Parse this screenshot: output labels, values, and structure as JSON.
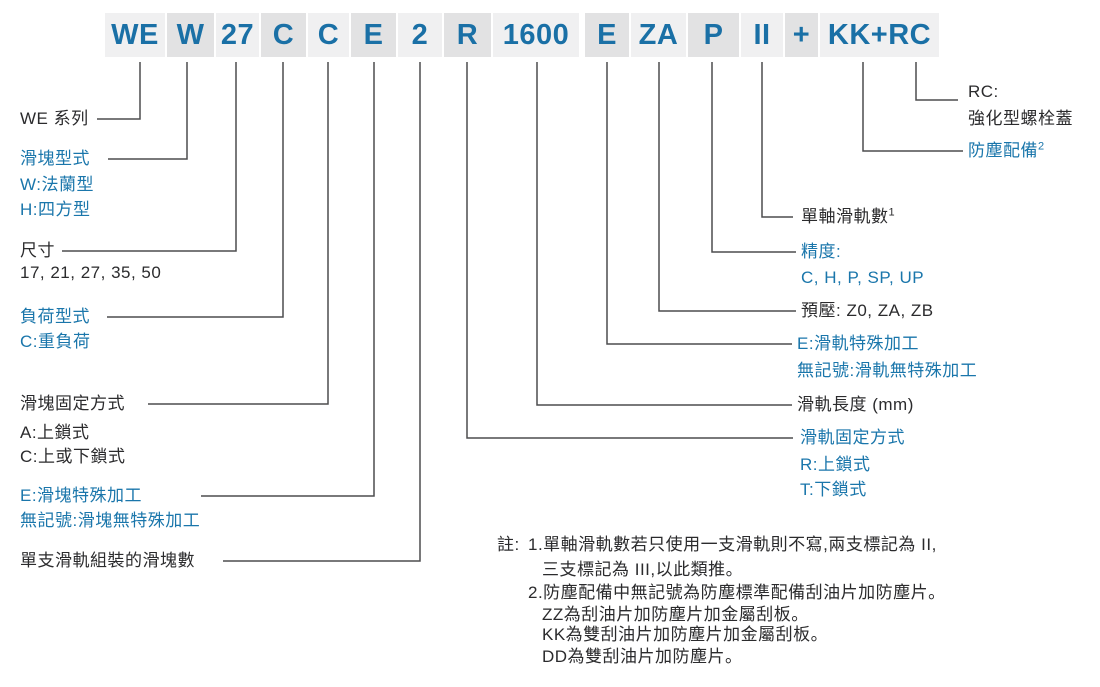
{
  "colors": {
    "accent_blue": "#1a76ab",
    "text_black": "#2b2b2d",
    "line_gray": "#4d4d4f",
    "token_box_light": "#f0f0f1",
    "token_box_dark": "#e2e2e3"
  },
  "model_code": {
    "tokens": [
      "WE",
      "W",
      "27",
      "C",
      "C",
      "E",
      "2",
      "R",
      "1600",
      "E",
      "ZA",
      "P",
      "II",
      "+",
      "KK+RC"
    ]
  },
  "left_labels": {
    "we_series": "WE 系列",
    "block_type_title": "滑塊型式",
    "block_type_w": "W:法蘭型",
    "block_type_h": "H:四方型",
    "size_title": "尺寸",
    "size_values": "17, 21, 27, 35, 50",
    "load_type_title": "負荷型式",
    "load_type_c": "C:重負荷",
    "block_fix_title": "滑塊固定方式",
    "block_fix_a": "A:上鎖式",
    "block_fix_c": "C:上或下鎖式",
    "block_special_e": "E:滑塊特殊加工",
    "block_special_none": "無記號:滑塊無特殊加工",
    "blocks_per_rail": "單支滑軌組裝的滑塊數"
  },
  "right_labels": {
    "rc_title": "RC:",
    "rc_desc": "強化型螺栓蓋",
    "dust_proof": "防塵配備",
    "dust_proof_sup": "2",
    "rails_count": "單軸滑軌數",
    "rails_count_sup": "1",
    "precision_title": "精度:",
    "precision_values": "C, H, P, SP, UP",
    "preload": "預壓: Z0, ZA, ZB",
    "rail_special_e": "E:滑軌特殊加工",
    "rail_special_none": "無記號:滑軌無特殊加工",
    "rail_length": "滑軌長度 (mm)",
    "rail_fix_title": "滑軌固定方式",
    "rail_fix_r": "R:上鎖式",
    "rail_fix_t": "T:下鎖式"
  },
  "notes": {
    "prefix": "註:",
    "line1": "1.單軸滑軌數若只使用一支滑軌則不寫,兩支標記為 II,",
    "line2": "三支標記為 III,以此類推。",
    "line3": "2.防塵配備中無記號為防塵標準配備刮油片加防塵片。",
    "line4": "ZZ為刮油片加防塵片加金屬刮板。",
    "line5": "KK為雙刮油片加防塵片加金屬刮板。",
    "line6": "DD為雙刮油片加防塵片。"
  }
}
